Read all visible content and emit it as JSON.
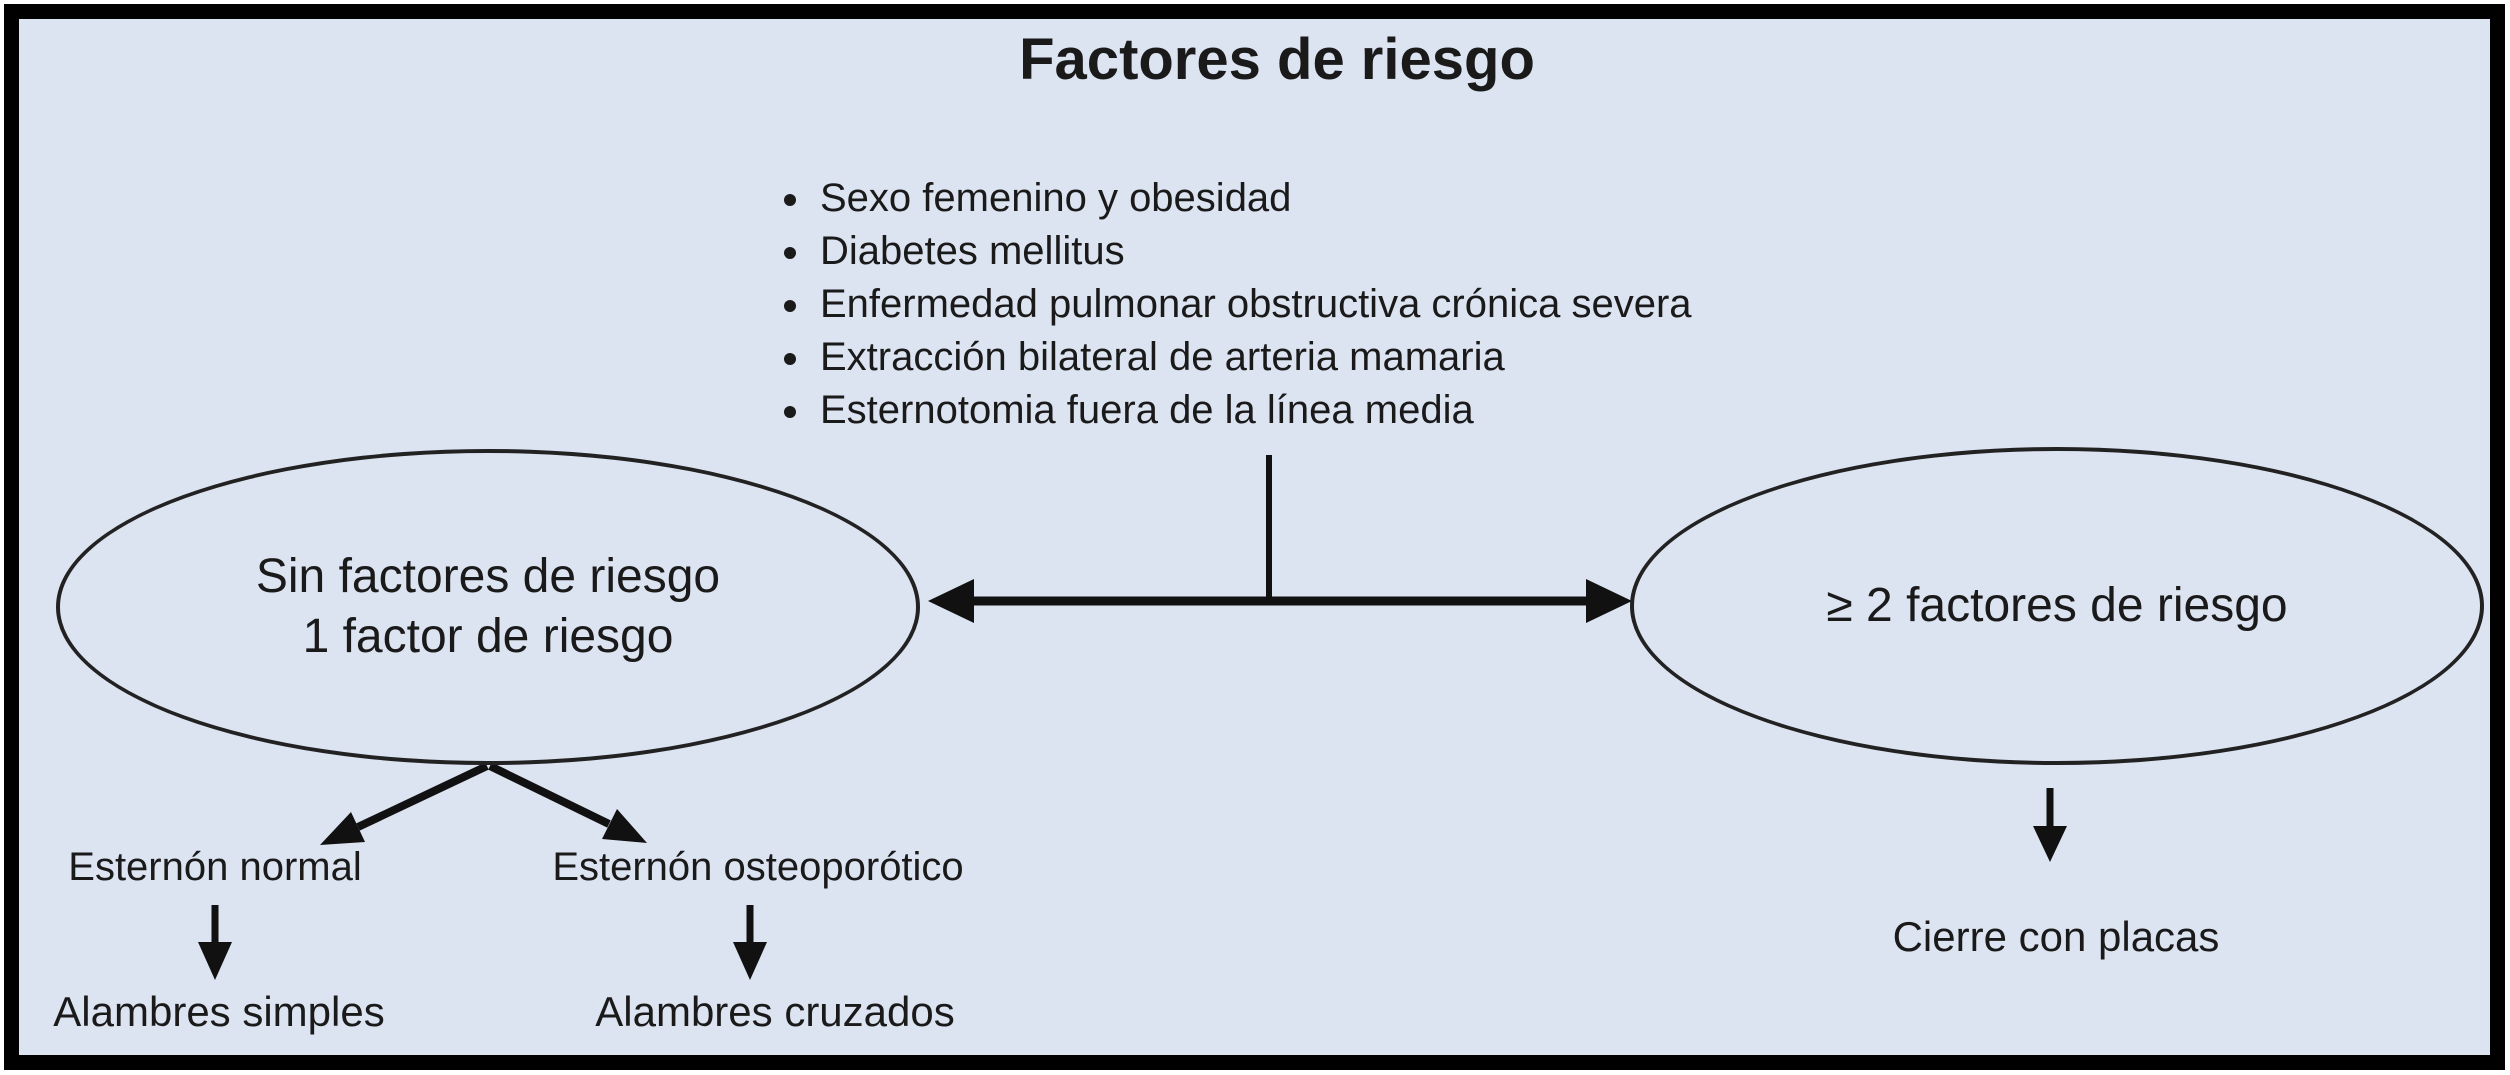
{
  "diagram": {
    "title": "Factores de riesgo",
    "risk_factors": [
      "Sexo femenino y obesidad",
      "Diabetes mellitus",
      "Enfermedad pulmonar obstructiva crónica severa",
      "Extracción bilateral de arteria mamaria",
      "Esternotomia fuera de la línea media"
    ],
    "left_branch": {
      "condition_line1": "Sin factores de riesgo",
      "condition_line2": "1 factor de riesgo",
      "sub_branches": [
        {
          "condition": "Esternón normal",
          "outcome": "Alambres simples"
        },
        {
          "condition": "Esternón osteoporótico",
          "outcome": "Alambres cruzados"
        }
      ]
    },
    "right_branch": {
      "condition": "≥ 2 factores de riesgo",
      "outcome": "Cierre con placas"
    },
    "colors": {
      "background": "#dce3f1",
      "frame": "#000000",
      "ink": "#1a1a1a"
    }
  }
}
